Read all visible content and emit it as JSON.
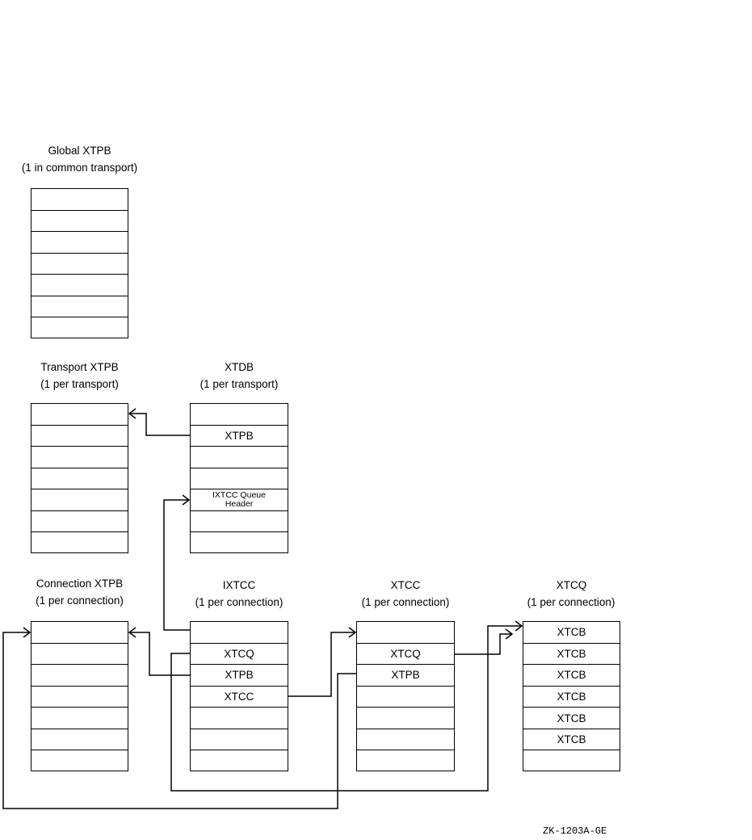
{
  "blocks": {
    "global_xtpb": {
      "title": "Global XTPB",
      "subtitle": "(1 in common  transport)",
      "cells": [
        "",
        "",
        "",
        "",
        "",
        "",
        ""
      ]
    },
    "transport_xtpb": {
      "title": "Transport XTPB",
      "subtitle": "(1 per transport)",
      "cells": [
        "",
        "",
        "",
        "",
        "",
        "",
        ""
      ]
    },
    "xtdb": {
      "title": "XTDB",
      "subtitle": "(1 per transport)",
      "cells": [
        "",
        "XTPB",
        "",
        "",
        "IXTCC Queue Header",
        "",
        ""
      ],
      "cell4_line1": "IXTCC Queue",
      "cell4_line2": "Header"
    },
    "connection_xtpb": {
      "title": "Connection XTPB",
      "subtitle": "(1 per connection)",
      "cells": [
        "",
        "",
        "",
        "",
        "",
        "",
        ""
      ]
    },
    "ixtcc": {
      "title": "IXTCC",
      "subtitle": "(1 per connection)",
      "cells": [
        "",
        "XTCQ",
        "XTPB",
        "XTCC",
        "",
        "",
        ""
      ]
    },
    "xtcc": {
      "title": "XTCC",
      "subtitle": "(1 per connection)",
      "cells": [
        "",
        "XTCQ",
        "XTPB",
        "",
        "",
        "",
        ""
      ]
    },
    "xtcq": {
      "title": "XTCQ",
      "subtitle": "(1 per connection)",
      "cells": [
        "XTCB",
        "XTCB",
        "XTCB",
        "XTCB",
        "XTCB",
        "XTCB",
        ""
      ]
    }
  },
  "footer_code": "ZK-1203A-GE",
  "connections": [
    {
      "from": "xtdb.XTPB",
      "to": "transport_xtpb"
    },
    {
      "from": "ixtcc",
      "to": "xtdb.IXTCC Queue Header"
    },
    {
      "from": "ixtcc.XTPB",
      "to": "connection_xtpb"
    },
    {
      "from": "ixtcc.XTCC",
      "to": "xtcc"
    },
    {
      "from": "ixtcc.XTCQ",
      "to": "xtcq"
    },
    {
      "from": "xtcc.XTCQ",
      "to": "xtcq"
    },
    {
      "from": "xtcc.XTPB",
      "to": "connection_xtpb"
    }
  ]
}
